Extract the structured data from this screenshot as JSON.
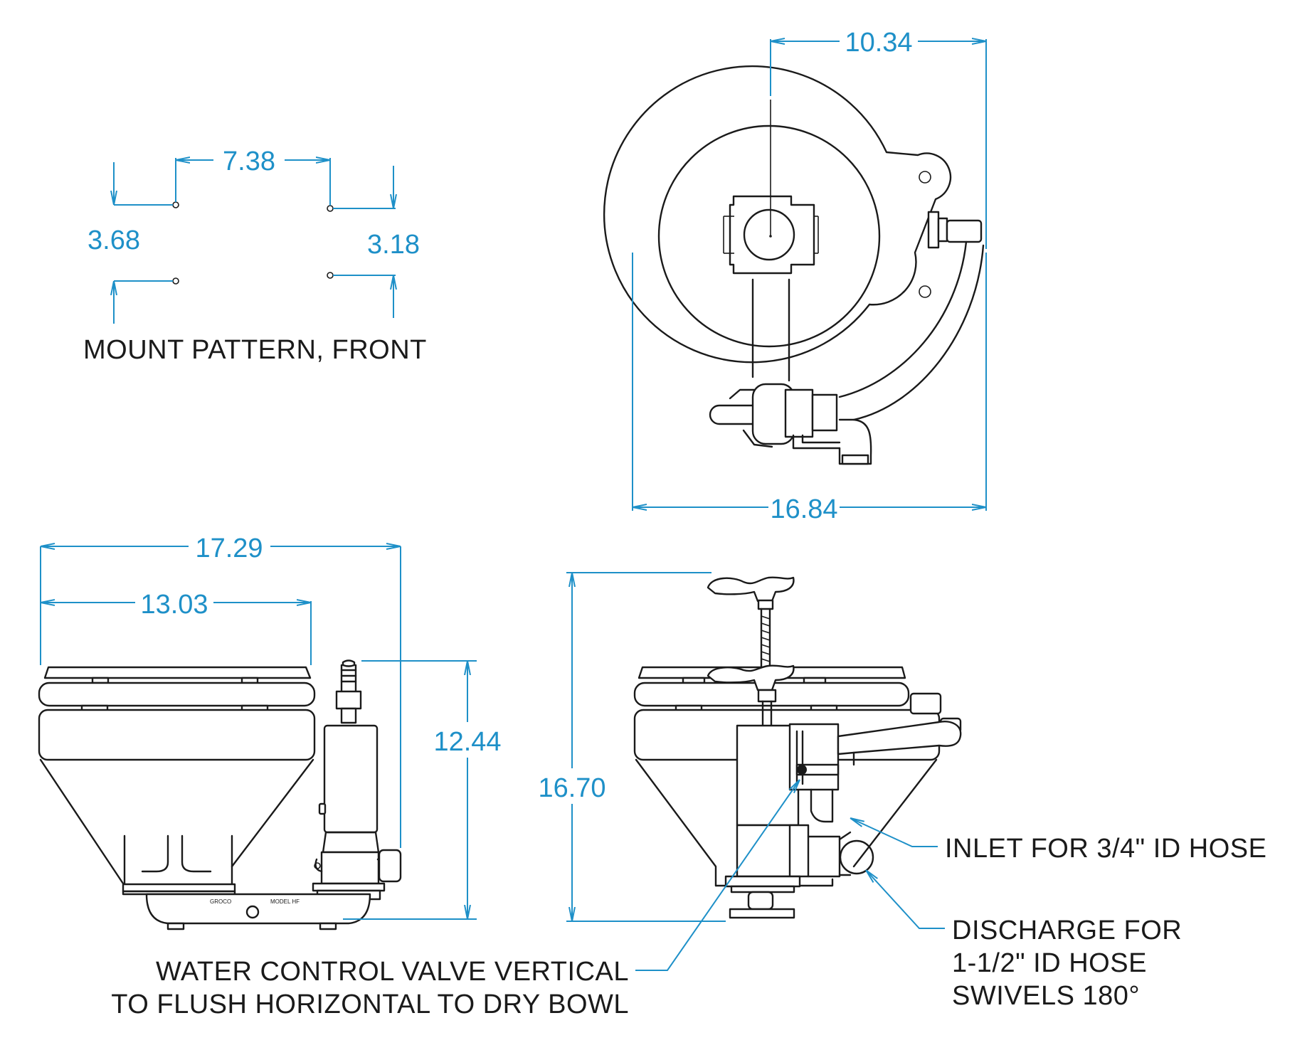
{
  "mount_pattern": {
    "title": "MOUNT PATTERN, FRONT",
    "dim_width": "7.38",
    "dim_left": "3.68",
    "dim_right": "3.18"
  },
  "top_view": {
    "dim_center_offset": "10.34",
    "dim_overall_width": "16.84"
  },
  "side_view": {
    "dim_overall_length": "17.29",
    "dim_seat_length": "13.03",
    "dim_height": "12.44",
    "maker_text": "GROCO",
    "model_text": "MODEL HF"
  },
  "front_view": {
    "dim_overall_height": "16.70"
  },
  "callouts": {
    "inlet": "INLET FOR 3/4\" ID HOSE",
    "discharge_line1": "DISCHARGE FOR",
    "discharge_line2": "1-1/2\" ID HOSE",
    "discharge_line3": "SWIVELS 180°",
    "valve_line1": "WATER CONTROL VALVE  VERTICAL",
    "valve_line2": "TO FLUSH  HORIZONTAL TO DRY BOWL"
  },
  "colors": {
    "dimension": "#1e90c8",
    "linework": "#1a1a1a",
    "background": "#ffffff"
  }
}
